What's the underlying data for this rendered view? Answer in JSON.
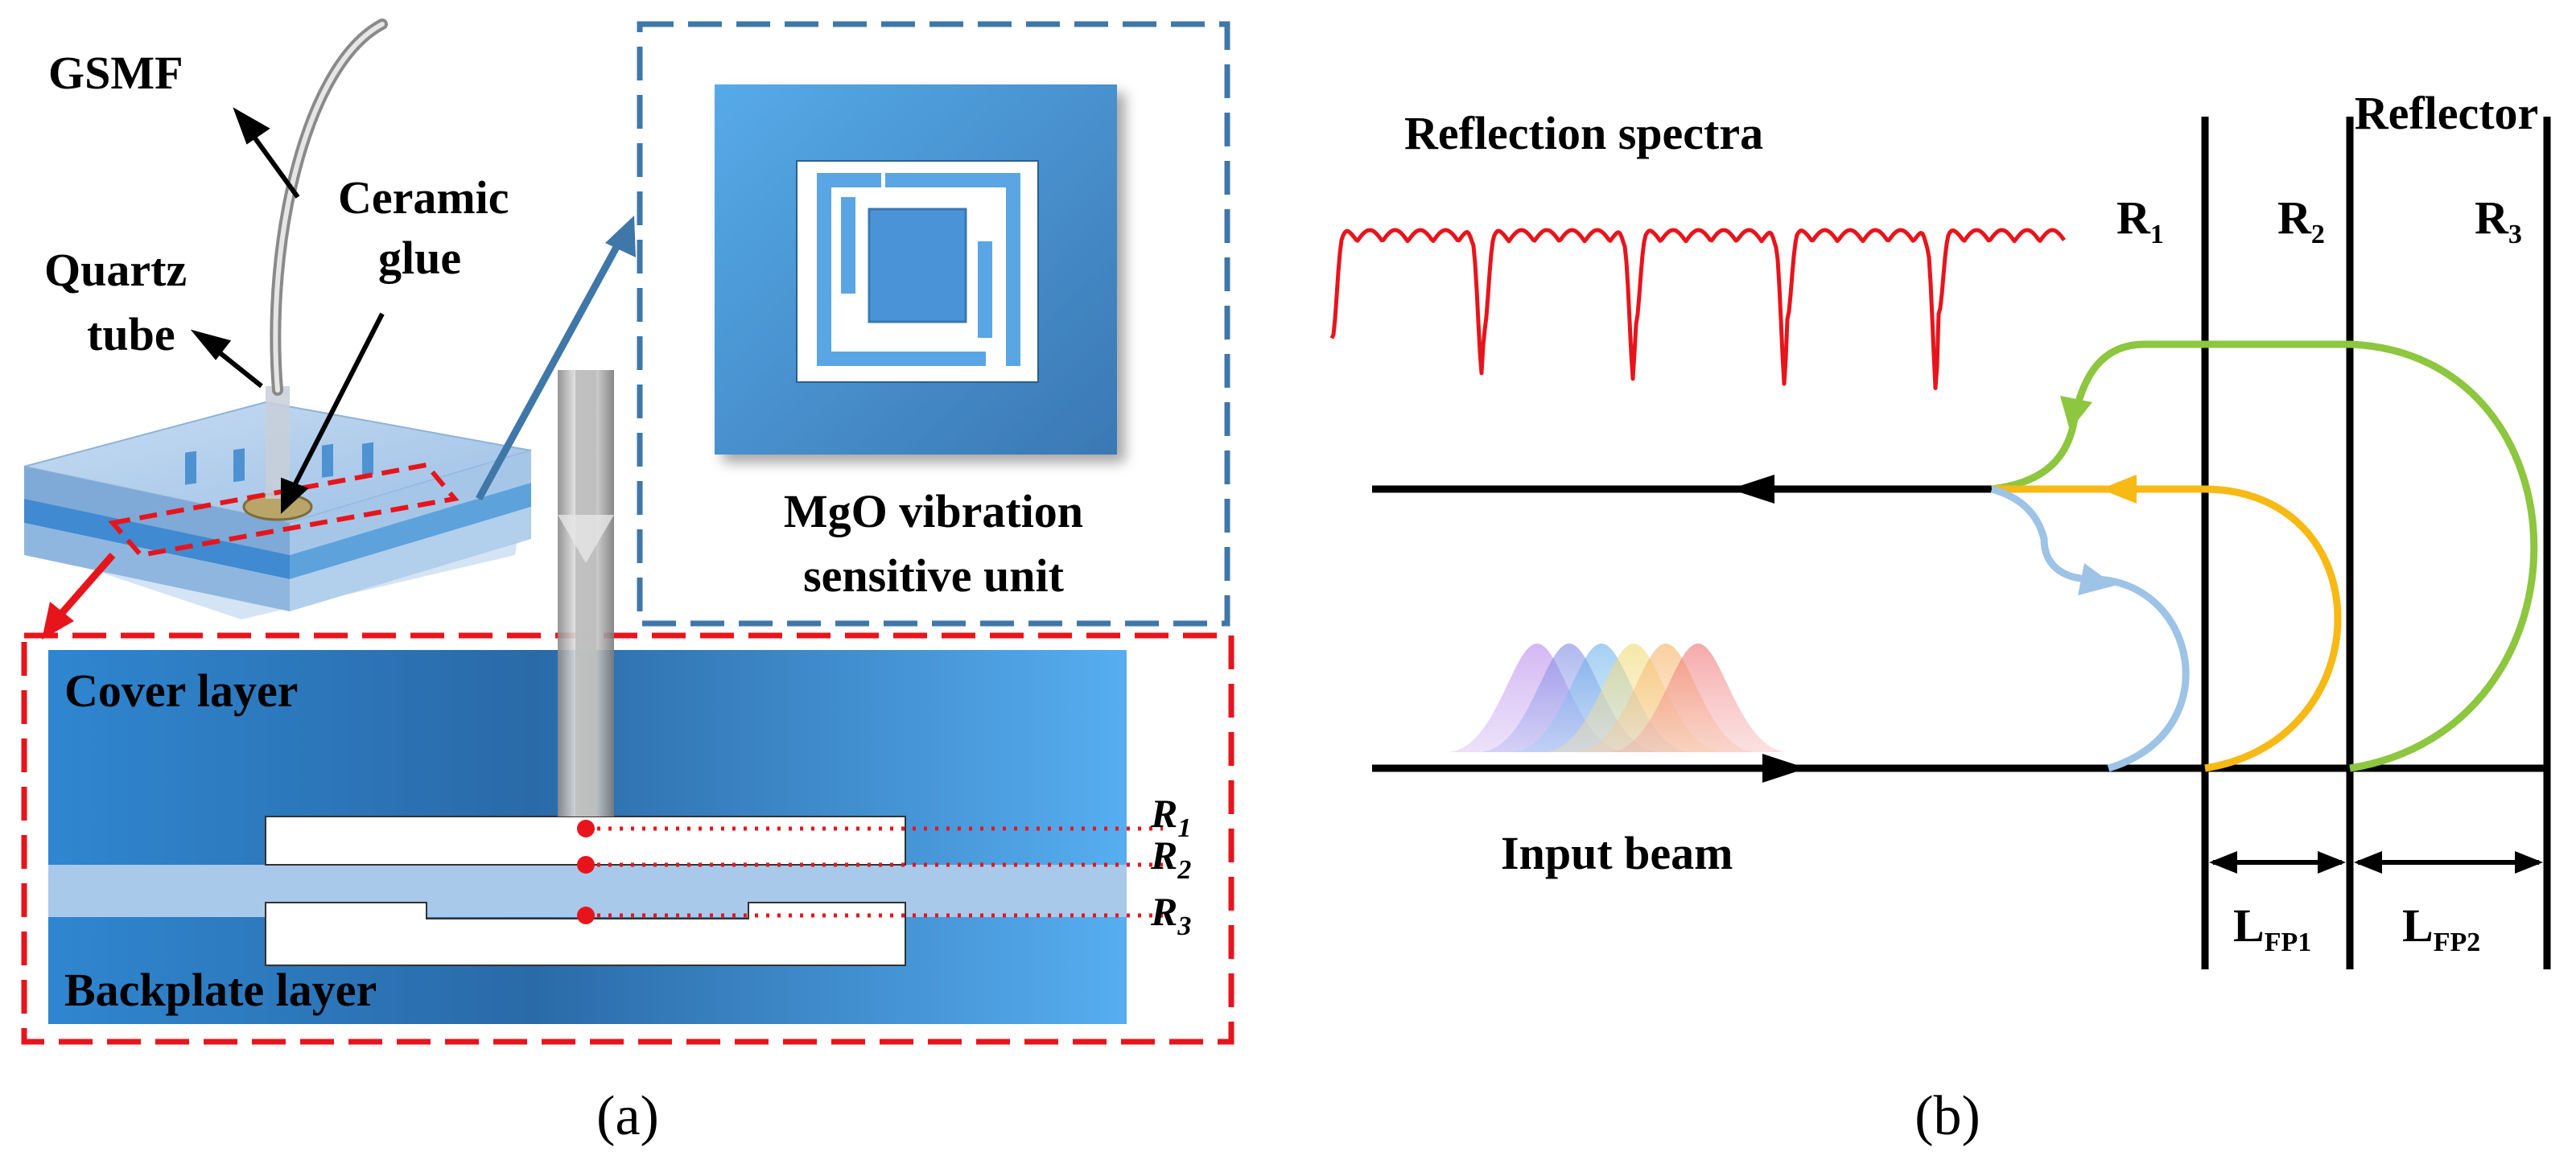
{
  "panel_a": {
    "labels": {
      "gsmf": "GSMF",
      "ceramic_line1": "Ceramic",
      "ceramic_line2": "glue",
      "quartz_line1": "Quartz",
      "quartz_line2": "tube",
      "mgo_line1": "MgO vibration",
      "mgo_line2": "sensitive unit",
      "cover_layer": "Cover layer",
      "backplate_layer": "Backplate layer",
      "r1": "R",
      "r1_sub": "1",
      "r2": "R",
      "r2_sub": "2",
      "r3": "R",
      "r3_sub": "3"
    },
    "caption": "(a)"
  },
  "panel_b": {
    "labels": {
      "reflection_spectra": "Reflection spectra",
      "reflector": "Reflector",
      "r1": "R",
      "r1_sub": "1",
      "r2": "R",
      "r2_sub": "2",
      "r3": "R",
      "r3_sub": "3",
      "input_beam": "Input beam",
      "lfp1": "L",
      "lfp1_sub": "FP1",
      "lfp2": "L",
      "lfp2_sub": "FP2"
    },
    "caption": "(b)"
  },
  "colors": {
    "spectrum": "#e8141c",
    "path_r1": "#9dc3e6",
    "path_r2": "#f7b914",
    "path_r3": "#8dc63f",
    "dashed_red": "#e8141c",
    "dashed_blue": "#3f77a8",
    "layer_blue": "#4a9fe0"
  }
}
